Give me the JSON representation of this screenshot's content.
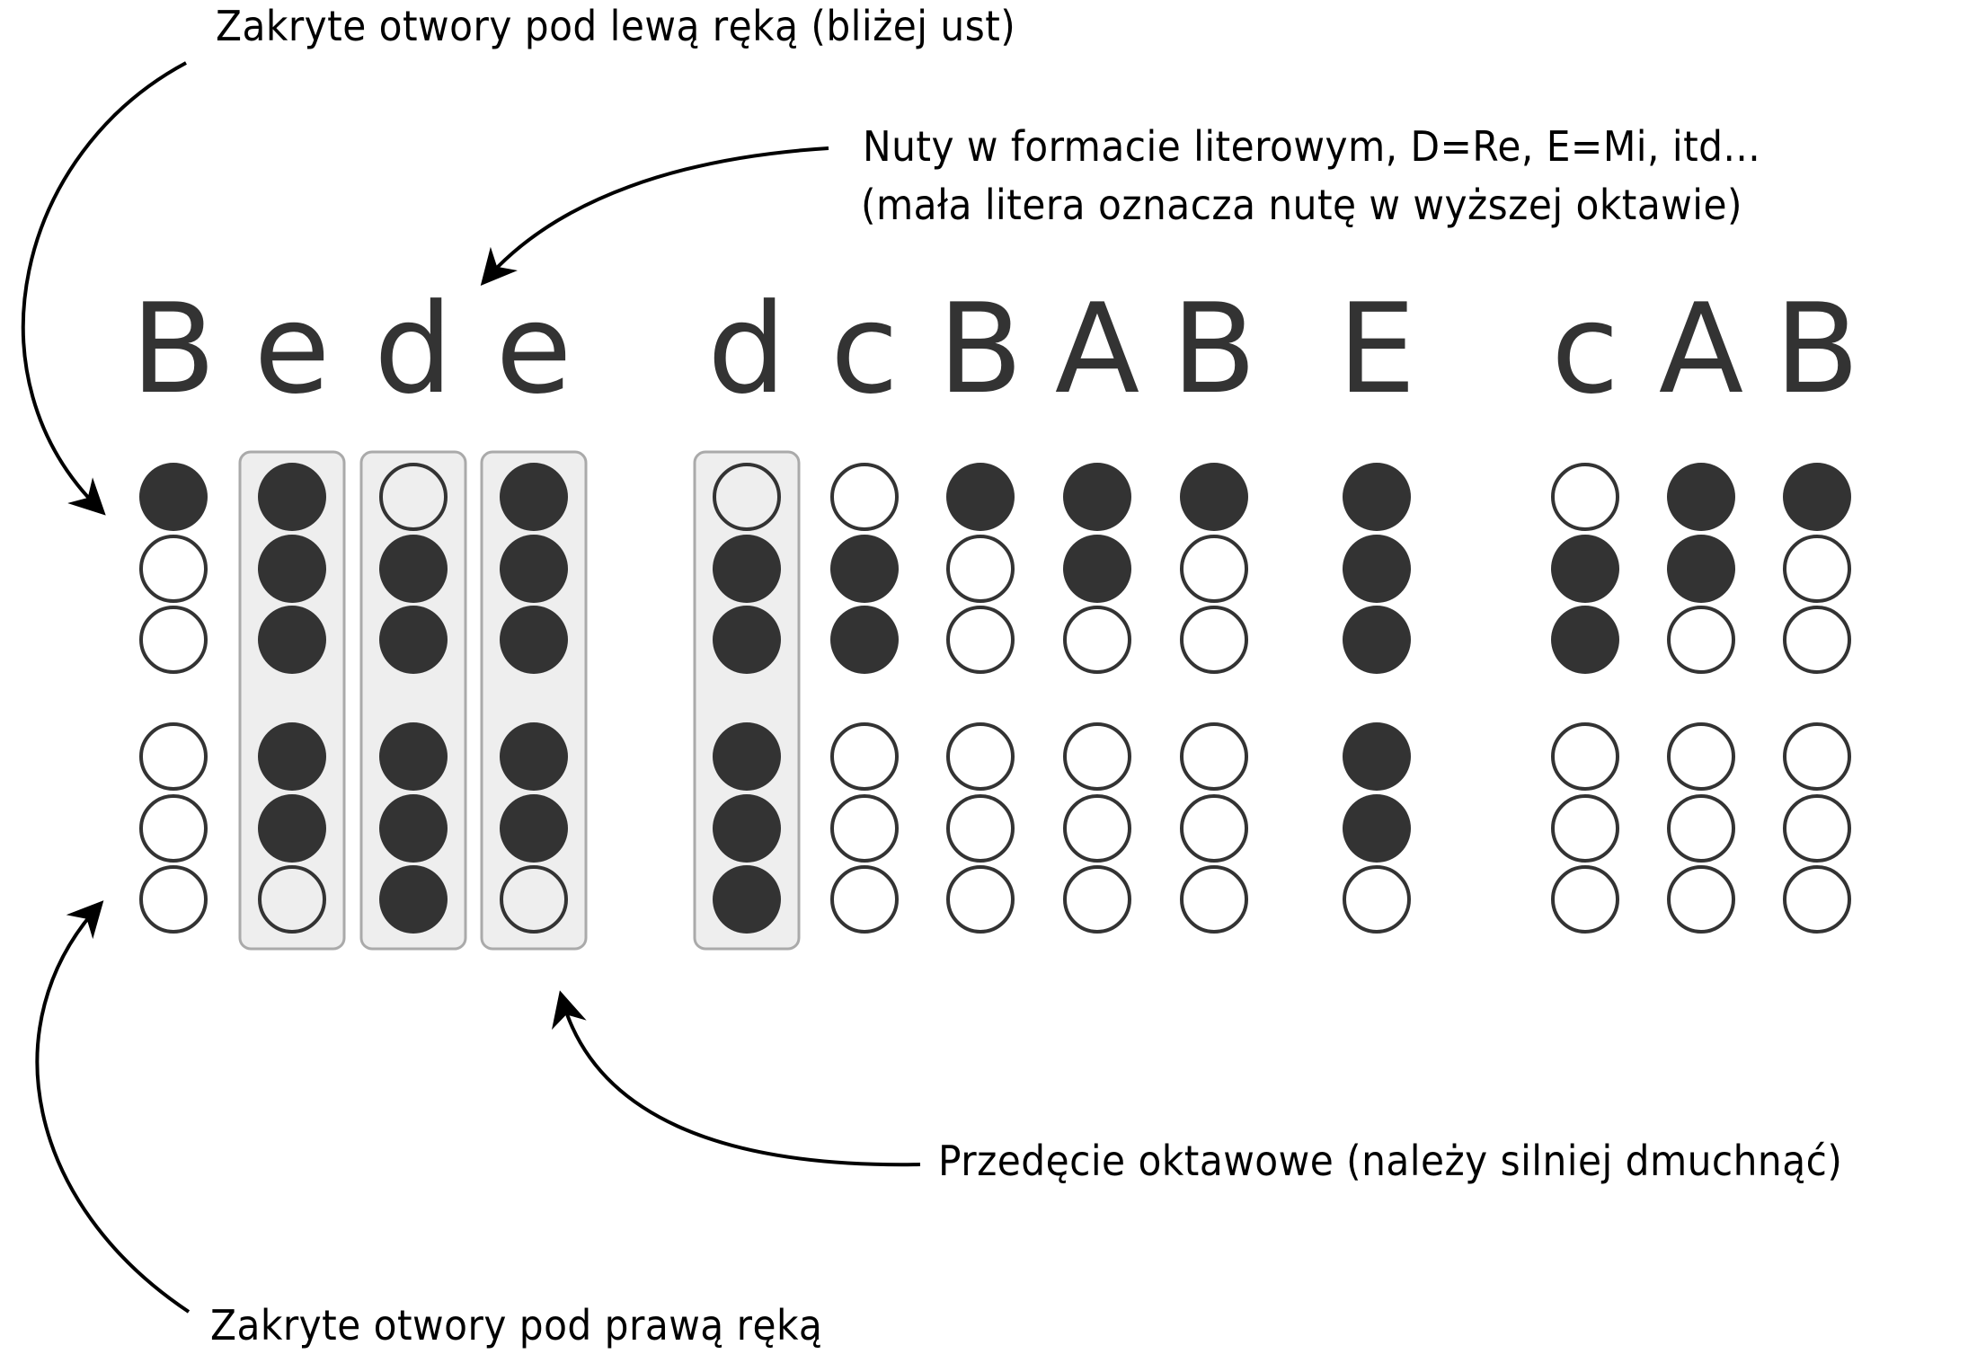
{
  "annotations": {
    "left_hand": "Zakryte otwory pod lewą ręką (bliżej ust)",
    "notation_line1": "Nuty w formacie literowym, D=Re, E=Mi, itd...",
    "notation_line2": "(mała litera oznacza nutę w wyższej oktawie)",
    "overblow": "Przedęcie oktawowe (należy silniej dmuchnąć)",
    "right_hand": "Zakryte otwory pod prawą ręką"
  },
  "colors": {
    "closed": "#333333",
    "open": "#ffffff",
    "octave_box": "#eeeeee",
    "octave_border": "#aaaaaa"
  },
  "notes": [
    {
      "name": "B",
      "holes": [
        1,
        0,
        0,
        0,
        0,
        0
      ],
      "octave": false
    },
    {
      "name": "e",
      "holes": [
        1,
        1,
        1,
        1,
        1,
        0
      ],
      "octave": true
    },
    {
      "name": "d",
      "holes": [
        0,
        1,
        1,
        1,
        1,
        1
      ],
      "octave": true
    },
    {
      "name": "e",
      "holes": [
        1,
        1,
        1,
        1,
        1,
        0
      ],
      "octave": true
    },
    {
      "name": "d",
      "holes": [
        0,
        1,
        1,
        1,
        1,
        1
      ],
      "octave": true
    },
    {
      "name": "c",
      "holes": [
        0,
        1,
        1,
        0,
        0,
        0
      ],
      "octave": false
    },
    {
      "name": "B",
      "holes": [
        1,
        0,
        0,
        0,
        0,
        0
      ],
      "octave": false
    },
    {
      "name": "A",
      "holes": [
        1,
        1,
        0,
        0,
        0,
        0
      ],
      "octave": false
    },
    {
      "name": "B",
      "holes": [
        1,
        0,
        0,
        0,
        0,
        0
      ],
      "octave": false
    },
    {
      "name": "E",
      "holes": [
        1,
        1,
        1,
        1,
        1,
        0
      ],
      "octave": false
    },
    {
      "name": "c",
      "holes": [
        0,
        1,
        1,
        0,
        0,
        0
      ],
      "octave": false
    },
    {
      "name": "A",
      "holes": [
        1,
        1,
        0,
        0,
        0,
        0
      ],
      "octave": false
    },
    {
      "name": "B",
      "holes": [
        1,
        0,
        0,
        0,
        0,
        0
      ],
      "octave": false
    }
  ]
}
